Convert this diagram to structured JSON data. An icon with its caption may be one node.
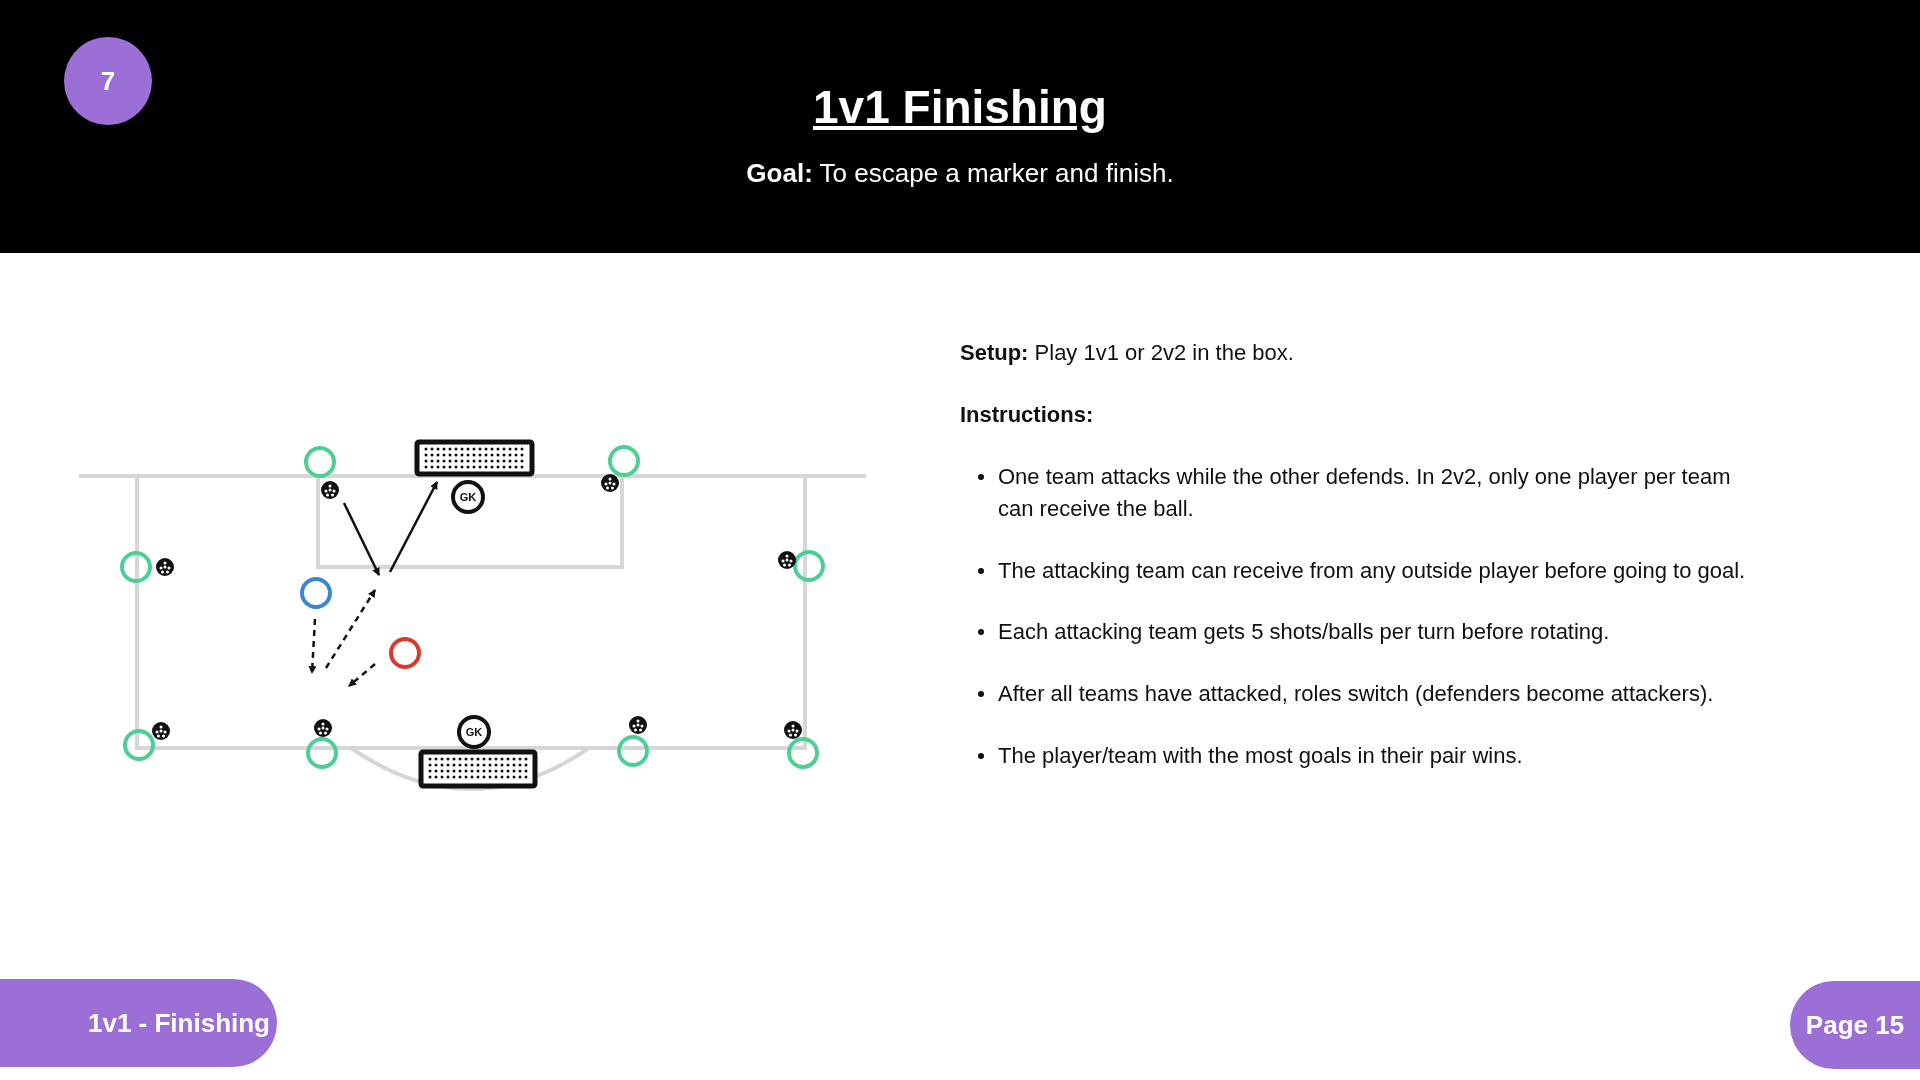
{
  "diagram": {
    "title": "1v1 Finishing",
    "nodes": [
      {
        "text": [
          "GK"
        ]
      },
      {
        "text": [
          "GK"
        ]
      }
    ],
    "labels": [
      "7",
      "**Goal:** To escape a marker and finish.",
      "**Setup:** Play 1v1 or 2v2 in the box.",
      "Instructions:",
      "One team attacks while the other defends. In 2v2, only one player per team can receive the ball.",
      "The attacking team can receive from any outside player before going to goal.",
      "Each attacking team gets 5 shots/balls per turn before rotating.",
      "After all teams have attacked, roles switch (defenders become attackers).",
      "The player/team with the most goals in their pair wins.",
      "1v1 - Finishing",
      "Page 15"
    ]
  }
}
